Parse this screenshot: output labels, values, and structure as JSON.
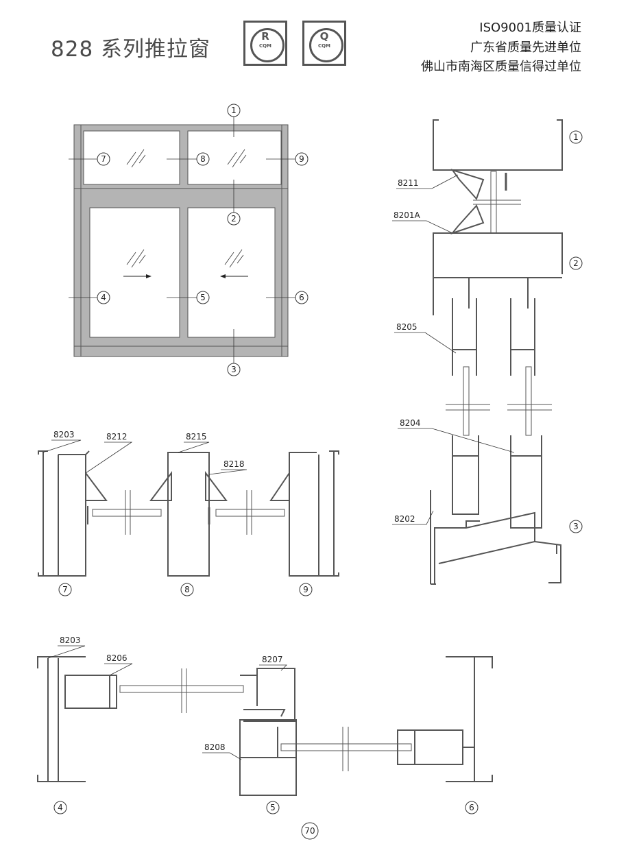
{
  "header": {
    "title": "828 系列推拉窗",
    "logos": [
      {
        "mark": "R",
        "text": "CQM"
      },
      {
        "mark": "Q",
        "text": "CQM"
      }
    ],
    "certifications": [
      "ISO9001质量认证",
      "广东省质量先进单位",
      "佛山市南海区质量信得过单位"
    ]
  },
  "elevation": {
    "callouts": [
      "1",
      "2",
      "3",
      "4",
      "5",
      "6",
      "7",
      "8",
      "9"
    ]
  },
  "vertical_section": {
    "parts": [
      "8211",
      "8201A",
      "8205",
      "8204",
      "8202"
    ],
    "callouts": [
      "1",
      "2",
      "3"
    ]
  },
  "transom_section": {
    "parts": [
      "8203",
      "8212",
      "8215",
      "8218"
    ],
    "callouts": [
      "7",
      "8",
      "9"
    ]
  },
  "sash_section": {
    "parts": [
      "8203",
      "8206",
      "8207",
      "8208"
    ],
    "callouts": [
      "4",
      "5",
      "6"
    ]
  },
  "page_number": "70",
  "colors": {
    "frame_fill": "#b4b4b4",
    "stroke": "#555555"
  }
}
